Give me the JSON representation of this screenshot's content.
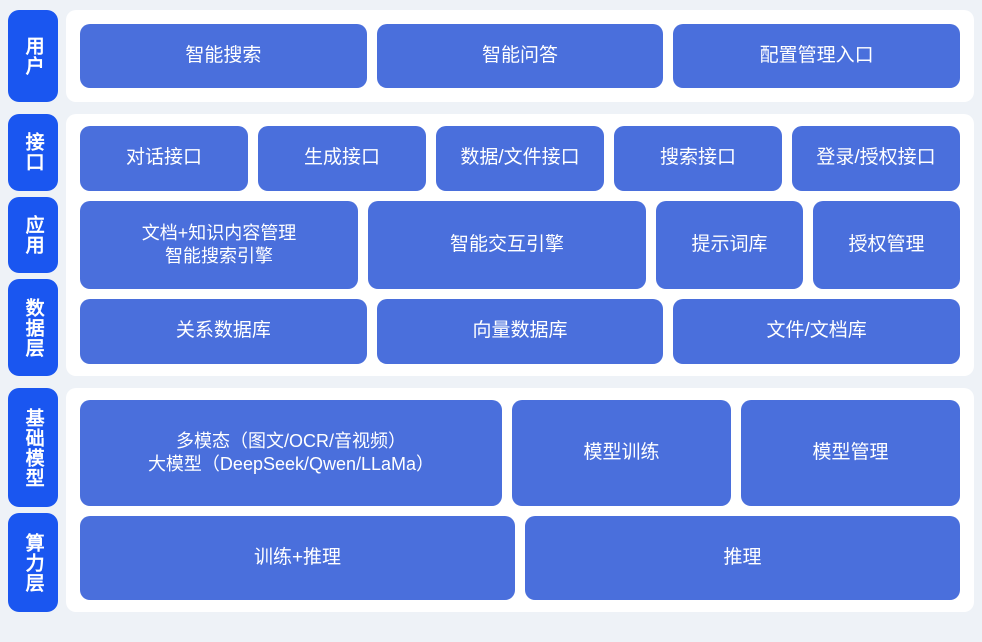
{
  "theme": {
    "page_background": "#eef2f7",
    "panel_background": "#ffffff",
    "tab_color": "#1a56f0",
    "box_color": "#4a6fdc",
    "text_color": "#ffffff"
  },
  "bands": {
    "user": {
      "tabs": [
        {
          "label": "用户"
        }
      ],
      "rows": [
        {
          "boxes": [
            {
              "label": "智能搜索",
              "flex": 1
            },
            {
              "label": "智能问答",
              "flex": 1
            },
            {
              "label": "配置管理入口",
              "flex": 1
            }
          ]
        }
      ]
    },
    "middle": {
      "tabs": [
        {
          "label": "接口"
        },
        {
          "label": "应用"
        },
        {
          "label": "数据层"
        }
      ],
      "rows": [
        {
          "boxes": [
            {
              "label": "对话接口",
              "flex": 1
            },
            {
              "label": "生成接口",
              "flex": 1
            },
            {
              "label": "数据/文件接口",
              "flex": 1
            },
            {
              "label": "搜索接口",
              "flex": 1
            },
            {
              "label": "登录/授权接口",
              "flex": 1
            }
          ]
        },
        {
          "boxes": [
            {
              "label": "文档+知识内容管理\n智能搜索引擎",
              "flex": 2
            },
            {
              "label": "智能交互引擎",
              "flex": 2
            },
            {
              "label": "提示词库",
              "flex": 1
            },
            {
              "label": "授权管理",
              "flex": 1
            }
          ]
        },
        {
          "boxes": [
            {
              "label": "关系数据库",
              "flex": 1
            },
            {
              "label": "向量数据库",
              "flex": 1
            },
            {
              "label": "文件/文档库",
              "flex": 1
            }
          ]
        }
      ]
    },
    "bottom": {
      "tabs": [
        {
          "label": "基础模型"
        },
        {
          "label": "算力层"
        }
      ],
      "rows": [
        {
          "boxes": [
            {
              "label": "多模态（图文/OCR/音视频）\n大模型（DeepSeek/Qwen/LLaMa）",
              "flex": 2
            },
            {
              "label": "模型训练",
              "flex": 1
            },
            {
              "label": "模型管理",
              "flex": 1
            }
          ]
        },
        {
          "boxes": [
            {
              "label": "训练+推理",
              "flex": 1
            },
            {
              "label": "推理",
              "flex": 1
            }
          ]
        }
      ]
    }
  }
}
